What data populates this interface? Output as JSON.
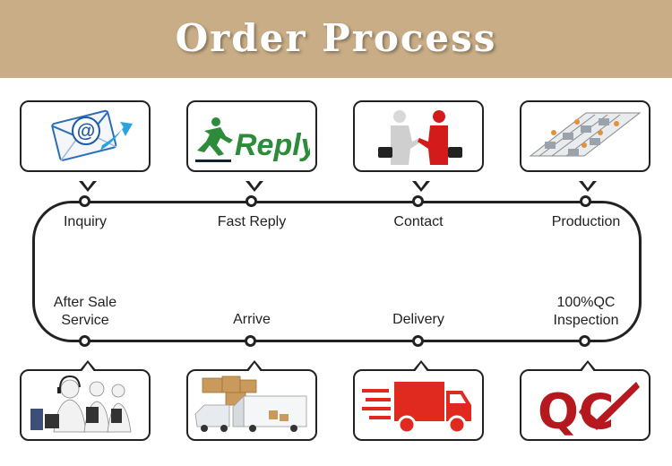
{
  "title": "Order Process",
  "colors": {
    "header_bg": "#c9ad86",
    "title_text": "#ffffff",
    "line": "#222222",
    "reply_green": "#2e8b3a",
    "truck_red": "#e02a1f",
    "qc_red": "#b5191f"
  },
  "steps_top": [
    {
      "label": "Inquiry",
      "icon": "email-icon"
    },
    {
      "label": "Fast Reply",
      "icon": "reply-logo-icon",
      "icon_text": "Reply"
    },
    {
      "label": "Contact",
      "icon": "handshake-icon"
    },
    {
      "label": "Production",
      "icon": "factory-line-icon"
    }
  ],
  "steps_bottom": [
    {
      "label": "After Sale\nService",
      "icon": "call-center-icon"
    },
    {
      "label": "Arrive",
      "icon": "delivery-van-icon"
    },
    {
      "label": "Delivery",
      "icon": "truck-icon"
    },
    {
      "label": "100%QC\nInspection",
      "icon": "qc-icon",
      "icon_text": "QC"
    }
  ]
}
